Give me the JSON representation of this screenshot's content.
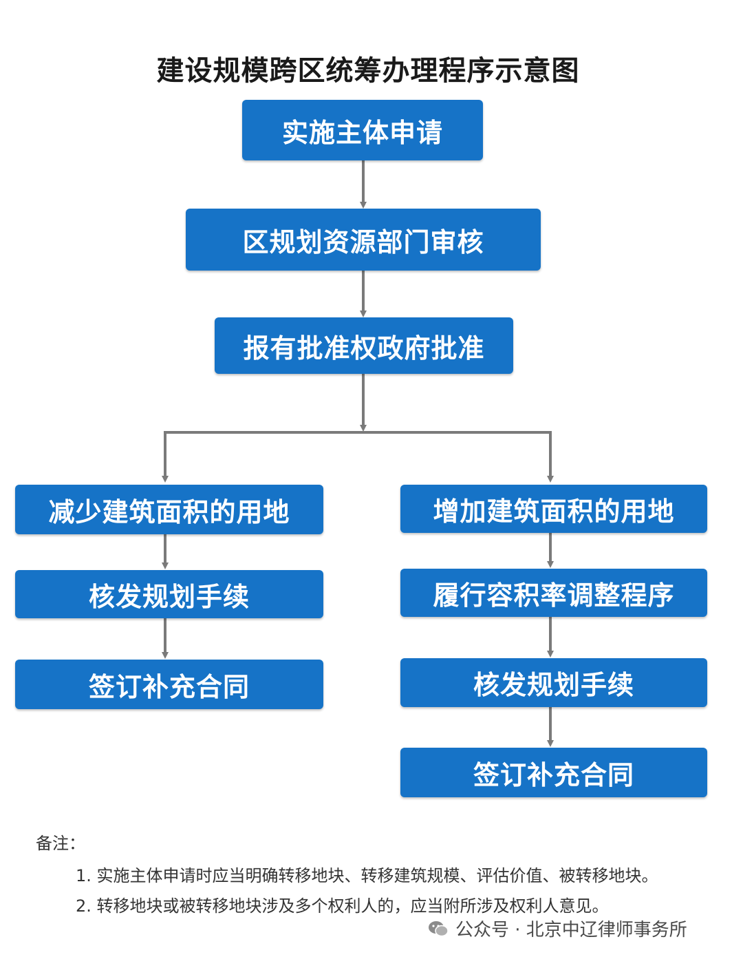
{
  "title": "建设规模跨区统筹办理程序示意图",
  "colors": {
    "box_fill": "#1673c7",
    "connector": "#7a7a7a",
    "box_text": "#ffffff"
  },
  "steps": {
    "apply": "实施主体申请",
    "review": "区规划资源部门审核",
    "approve": "报有批准权政府批准"
  },
  "left_branch": {
    "head": "减少建筑面积的用地",
    "step1": "核发规划手续",
    "step2": "签订补充合同"
  },
  "right_branch": {
    "head": "增加建筑面积的用地",
    "step1": "履行容积率调整程序",
    "step2": "核发规划手续",
    "step3": "签订补充合同"
  },
  "notes": {
    "label": "备注：",
    "items": [
      "1. 实施主体申请时应当明确转移地块、转移建筑规模、评估价值、被转移地块。",
      "2. 转移地块或被转移地块涉及多个权利人的，应当附所涉及权利人意见。"
    ]
  },
  "watermark": {
    "icon": "wechat-icon",
    "text": "公众号 · 北京中辽律师事务所"
  }
}
